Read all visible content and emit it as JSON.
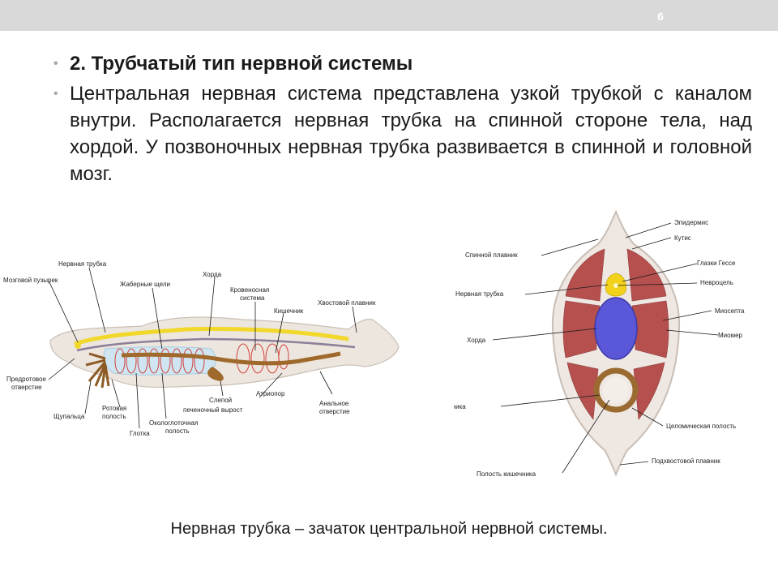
{
  "slide": {
    "page_number": "6",
    "bullets": [
      "2. Трубчатый тип нервной системы",
      "Центральная нервная система представлена узкой трубкой с каналом внутри. Располагается нервная трубка на спинной стороне тела, над хордой. У позвоночных нервная трубка развивается в спинной и головной мозг."
    ],
    "caption": "Нервная трубка – зачаток центральной нервной системы."
  },
  "lancelet": {
    "labels": {
      "nerve_tube": "Нервная трубка",
      "brain_vesicle": "Мозговой пузырек",
      "gill_slits": "Жаберные щели",
      "chord": "Хорда",
      "circulatory": "Кровеносная",
      "circulatory2": "система",
      "tail_fin": "Хвостовой плавник",
      "intestine": "Кишечник",
      "preoral": "Предротовое",
      "preoral2": "отверстие",
      "tentacles": "Щупальца",
      "oral": "Ротовая",
      "oral2": "полость",
      "pharynx": "Глотка",
      "peripharyngeal": "Окологлоточная",
      "peripharyngeal2": "полость",
      "blind": "Слепой",
      "blind2": "печеночный вырост",
      "atriopore": "Атриопор",
      "anal": "Анальное",
      "anal2": "отверстие"
    }
  },
  "cross_section": {
    "labels": {
      "epidermis": "Эпидермис",
      "cutis": "Кутис",
      "dorsal_fin": "Спинной плавник",
      "hesse_eyes": "Глазки Гессе",
      "nerve_tube": "Нервная трубка",
      "neurocoel": "Невроцель",
      "myosepta": "Миосепта",
      "myomere": "Миомер",
      "chord": "Хорда",
      "hindgut": "Задний отдел кишечника",
      "coelom": "Целомическая полость",
      "subcaudal_fin": "Подхвостовой плавник",
      "gut_cavity": "Полость кишечника"
    }
  }
}
